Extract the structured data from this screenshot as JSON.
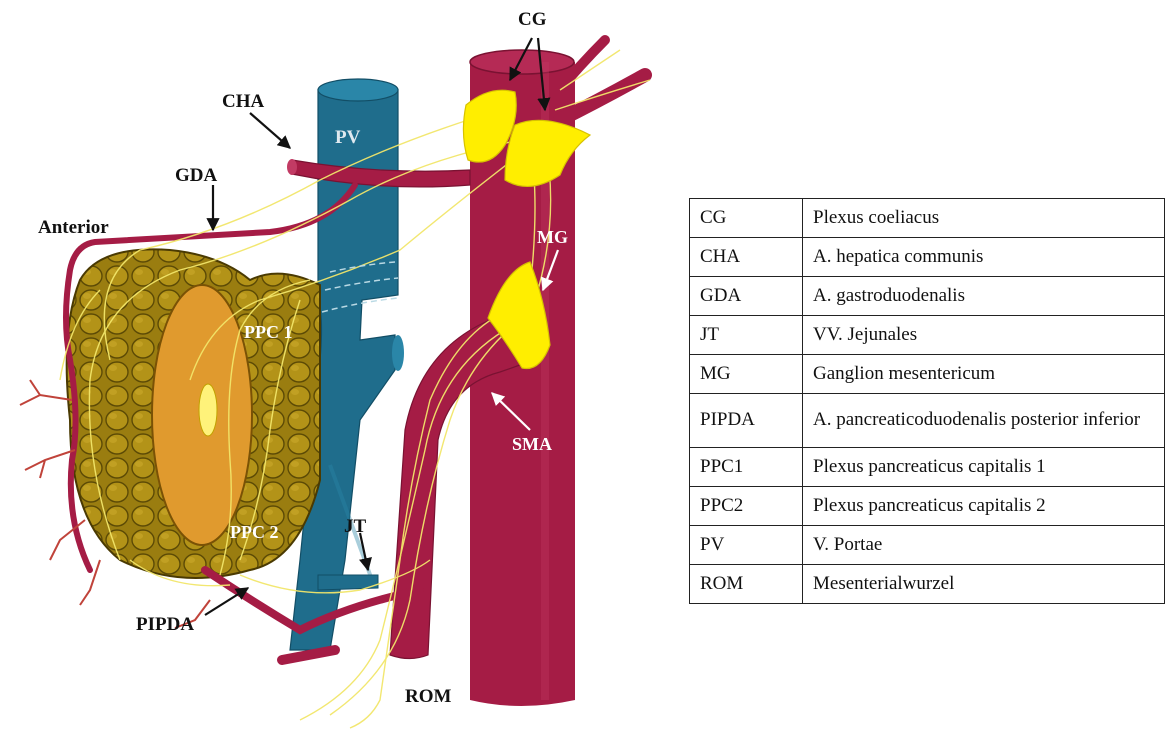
{
  "figure": {
    "labels": {
      "cg": "CG",
      "cha": "CHA",
      "pv": "PV",
      "gda": "GDA",
      "anterior": "Anterior",
      "mg": "MG",
      "ppc1": "PPC 1",
      "sma": "SMA",
      "ppc2": "PPC 2",
      "jt": "JT",
      "pipda": "PIPDA",
      "rom": "ROM"
    },
    "colors": {
      "aorta": "#a51c45",
      "portal_vein": "#1f6d8c",
      "pancreas": "#9a7d10",
      "duodenum_section": "#e09a2e",
      "ganglion": "#ffee00",
      "nerve": "#f2e66a"
    }
  },
  "legend": {
    "rows": [
      {
        "abbr": "CG",
        "meaning": "Plexus coeliacus"
      },
      {
        "abbr": "CHA",
        "meaning": "A. hepatica communis"
      },
      {
        "abbr": "GDA",
        "meaning": "A. gastroduodenalis"
      },
      {
        "abbr": "JT",
        "meaning": "VV. Jejunales"
      },
      {
        "abbr": "MG",
        "meaning": "Ganglion mesentericum"
      },
      {
        "abbr": "PIPDA",
        "meaning": "A. pancreaticoduodenalis posterior inferior"
      },
      {
        "abbr": "PPC1",
        "meaning": "Plexus pancreaticus capitalis 1"
      },
      {
        "abbr": "PPC2",
        "meaning": "Plexus pancreaticus capitalis 2"
      },
      {
        "abbr": "PV",
        "meaning": "V. Portae"
      },
      {
        "abbr": "ROM",
        "meaning": "Mesenterialwurzel"
      }
    ]
  }
}
